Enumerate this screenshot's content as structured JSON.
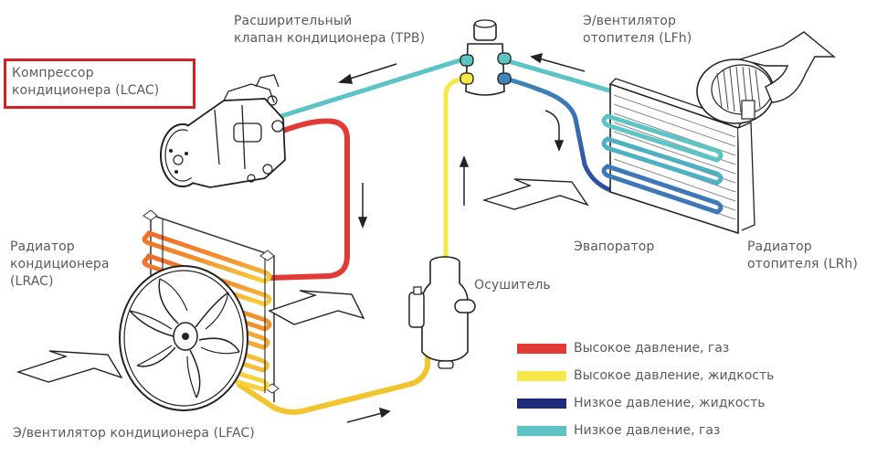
{
  "labels": {
    "compressor": "Компрессор\nкондиционера (LCAC)",
    "expansion_valve": "Расширительный\nклапан кондиционера (TPB)",
    "heater_fan": "Э/вентилятор\nотопителя (LFh)",
    "condenser": "Радиатор\nкондиционера\n(LRAC)",
    "dryer": "Осушитель",
    "evaporator": "Эвапоратор",
    "heater_core": "Радиатор\nотопителя (LRh)",
    "condenser_fan": "Э/вентилятор кондиционера (LFAC)"
  },
  "highlight": {
    "target": "compressor",
    "color": "#d42027"
  },
  "legend": [
    {
      "label": "Высокое давление, газ",
      "color": "#e23a35"
    },
    {
      "label": "Высокое давление, жидкость",
      "color": "#f7e84a"
    },
    {
      "label": "Низкое давление, жидкость",
      "color": "#1f2a7a"
    },
    {
      "label": "Низкое давление, газ",
      "color": "#5cc4c4"
    }
  ],
  "colors": {
    "high_gas": "#e23a35",
    "high_liquid": "#f7e84a",
    "low_liquid": "#2a3a9c",
    "low_gas": "#5cc4c4",
    "condenser_hot": "#f07a2e",
    "condenser_warm": "#f5b23a",
    "line": "#222222"
  }
}
